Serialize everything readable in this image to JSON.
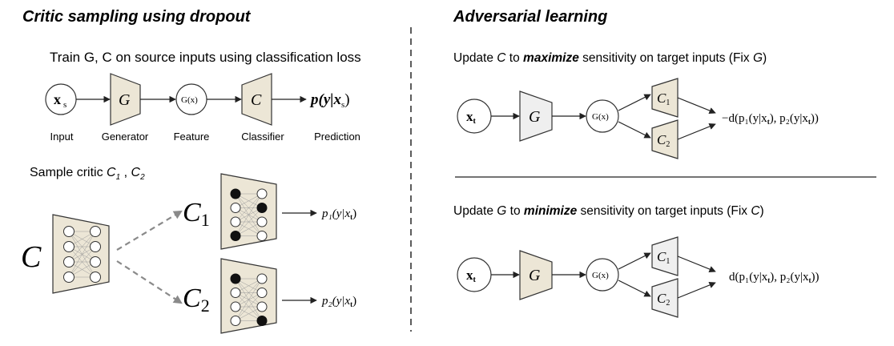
{
  "left": {
    "title": "Critic sampling using dropout",
    "step1": "Train G, C on source inputs using classification loss",
    "pipeline": {
      "input_symbol": "x",
      "input_subscript": "s",
      "generator_symbol": "G",
      "feature_symbol": "G(x)",
      "classifier_symbol": "C",
      "output": "p(y|x",
      "output_subscript": "s",
      "output_close": ")",
      "labels": [
        "Input",
        "Generator",
        "Feature",
        "Classifier",
        "Prediction"
      ]
    },
    "step2_prefix": "Sample critic ",
    "step2_c1": "C",
    "step2_c1_sub": "1",
    "step2_sep": " , ",
    "step2_c2": "C",
    "step2_c2_sub": "2",
    "big_c": "C",
    "c1": "C",
    "c1_sub": "1",
    "c2": "C",
    "c2_sub": "2",
    "p1": "p₁(y|x",
    "p1_sub": "t",
    "p1_close": ")",
    "p2": "p₂(y|x",
    "p2_sub": "t",
    "p2_close": ")"
  },
  "right": {
    "title": "Adversarial learning",
    "top": {
      "caption_prefix": "Update ",
      "caption_c": "C",
      "caption_to": " to ",
      "caption_verb": "maximize",
      "caption_rest": " sensitivity on target inputs (Fix ",
      "caption_g": "G",
      "caption_close": ")",
      "output": "−d(p₁(y|x",
      "output_sub1": "t",
      "output_mid": "), p₂(y|x",
      "output_sub2": "t",
      "output_close": "))"
    },
    "bottom": {
      "caption_prefix": "Update ",
      "caption_g": "G",
      "caption_to": " to ",
      "caption_verb": "minimize",
      "caption_rest": " sensitivity on target inputs (Fix ",
      "caption_c": "C",
      "caption_close": ")",
      "output": "d(p₁(y|x",
      "output_sub1": "t",
      "output_mid": "), p₂(y|x",
      "output_sub2": "t",
      "output_close": "))"
    },
    "input_symbol": "x",
    "input_subscript": "t",
    "generator_symbol": "G",
    "feature_symbol": "G(x)",
    "c1": "C",
    "c1_sub": "1",
    "c2": "C",
    "c2_sub": "2"
  },
  "colors": {
    "classifier_fill": "#ece6d6",
    "generator_fill": "#efefef",
    "dropped_node": "#111111",
    "dashed_arrow": "#8a8a8a"
  }
}
